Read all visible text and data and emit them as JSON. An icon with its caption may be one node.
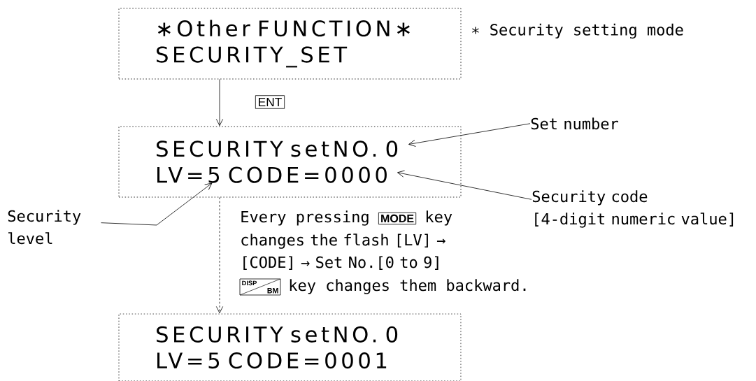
{
  "diagram": {
    "nodes": [
      {
        "text": [
          "∗Other FUNCTION∗ SECURITY_SET"
        ],
        "beside": [
          "∗ Security setting mode"
        ]
      },
      {
        "text": [
          "SECURITY setNO. 0 LV=5 CODE=0000"
        ]
      },
      {
        "text": [
          "SECURITY setNO. 0 LV=5 CODE=0001"
        ]
      },
      {
        "text": [
          "Set number"
        ]
      },
      {
        "text": [
          "Security code",
          "[4-digit numeric value]"
        ]
      },
      {
        "text": [
          "Security level"
        ]
      }
    ],
    "edges": [
      {
        "from": 0,
        "to": 1,
        "arrow": "to",
        "label": "ENT"
      },
      {
        "from": 1,
        "to": 2,
        "arrow": "to",
        "style": "dashed"
      },
      {
        "from": 3,
        "to": 1,
        "arrow": "to"
      },
      {
        "from": 4,
        "to": 1,
        "arrow": "to"
      },
      {
        "from": 5,
        "to": 1,
        "arrow": "to"
      }
    ],
    "labels": [
      "Every pressing",
      "MODE",
      "key",
      "changes the flash [LV] → [CODE] → Set No.[0 to 9]",
      "DISP",
      "BM",
      "key changes them backward."
    ]
  }
}
